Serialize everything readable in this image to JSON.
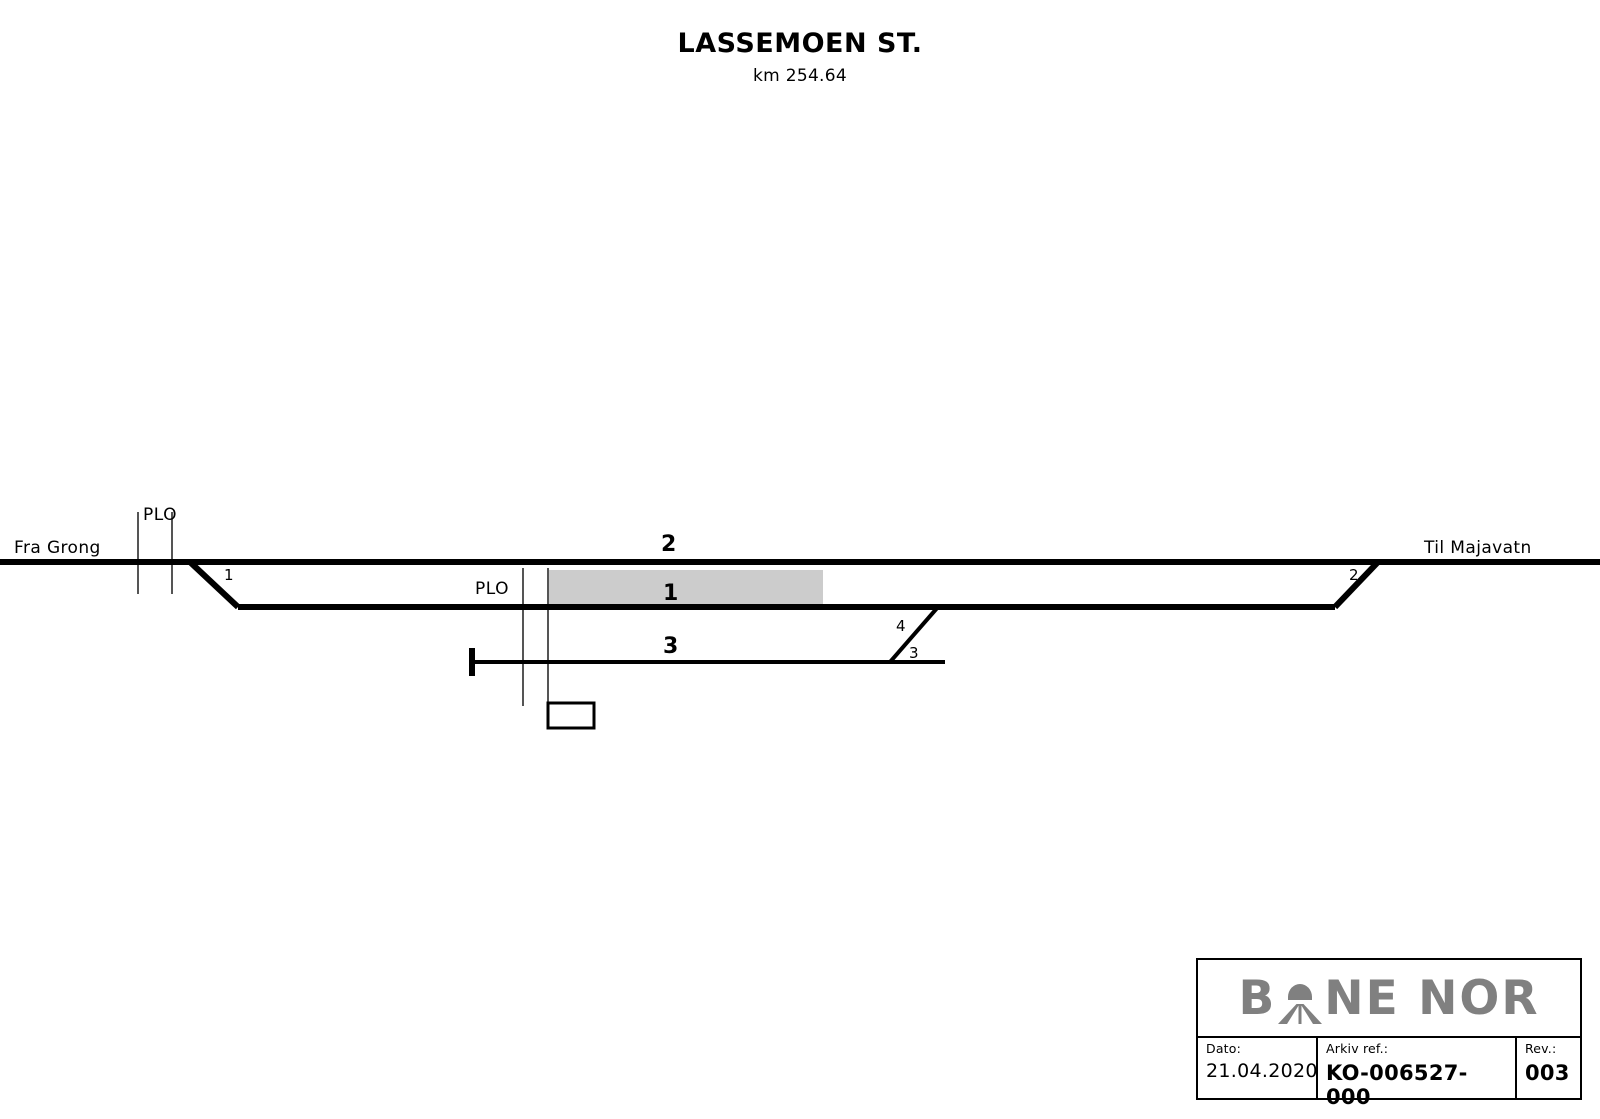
{
  "header": {
    "station_name": "LASSEMOEN ST.",
    "km_marker": "km 254.64"
  },
  "diagram": {
    "line_left_label": "Fra  Grong",
    "line_right_label": "Til Majavatn",
    "level_crossings": [
      {
        "label": "PLO",
        "position": "left"
      },
      {
        "label": "PLO",
        "position": "center"
      }
    ],
    "tracks": [
      {
        "number": "2",
        "role": "main-line"
      },
      {
        "number": "1",
        "role": "platform-track"
      },
      {
        "number": "3",
        "role": "siding"
      }
    ],
    "switches": [
      {
        "number": "1",
        "position": "west-main"
      },
      {
        "number": "2",
        "position": "east-main"
      },
      {
        "number": "3",
        "position": "east-siding-lower"
      },
      {
        "number": "4",
        "position": "east-siding-upper"
      }
    ],
    "platform": {
      "track": "1",
      "color": "#cccccc"
    },
    "buffer_stop": {
      "track": "3",
      "end": "west"
    },
    "building": {
      "label": ""
    }
  },
  "titleblock": {
    "logo": {
      "text_left": "B",
      "text_right": "NE NOR",
      "color": "#808080"
    },
    "fields": [
      {
        "label": "Dato:",
        "value": "21.04.2020"
      },
      {
        "label": "Arkiv ref.:",
        "value": "KO-006527-000"
      },
      {
        "label": "Rev.:",
        "value": "003"
      }
    ]
  }
}
